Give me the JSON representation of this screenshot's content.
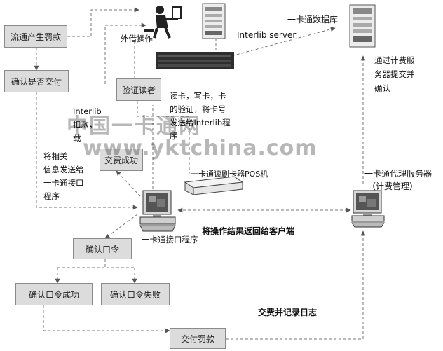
{
  "boxes": {
    "fine": "流通产生罚款",
    "confirm_pay": "确认是否交付",
    "verify_reader": "验证读者",
    "pay_success": "交费成功",
    "confirm_password": "确认口令",
    "password_ok": "确认口令成功",
    "password_fail": "确认口令失败",
    "pay_fine": "交付罚款"
  },
  "labels": {
    "external_op": "外借操作",
    "interlib_server": "Interlib server",
    "card_db": "一卡通数据库",
    "submit_via_billing": "通过计费服\n务器提交并\n确认",
    "card_ops": "读卡，写卡，卡\n的验证，将卡号\n发送给Interlib程\n序",
    "interlib_deduct": "Interlib\n扣款，\n载",
    "send_info": "将相关\n信息发送给\n一卡通接口\n程序",
    "pos_reader": "一卡通读刷卡器POS机",
    "proxy_server": "一卡通代理服务器",
    "billing_mgmt": "（计费管理）",
    "return_result": "将操作结果返回给客户端",
    "interface_program": "一卡通接口程序",
    "pay_log": "交费并记录日志"
  },
  "watermark": {
    "line1": "中国一卡通网",
    "line2": "www.yktchina.com"
  }
}
